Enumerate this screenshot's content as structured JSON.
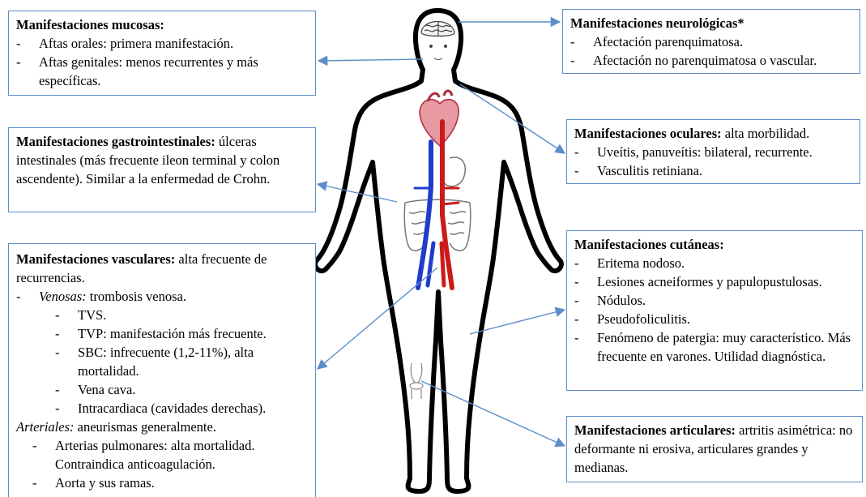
{
  "mucosas": {
    "title": "Manifestaciones mucosas:",
    "items": [
      "Aftas orales: primera manifestación.",
      "Aftas genitales: menos recurrentes y más específicas."
    ]
  },
  "gastro": {
    "title": "Manifestaciones gastrointestinales:",
    "text": " úlceras intestinales (más frecuente ileon terminal y colon ascendente). Similar a la enfermedad de Crohn."
  },
  "vasculares": {
    "title": "Manifestaciones vasculares:",
    "text": " alta frecuente de recurrencias.",
    "venosas_label": "Venosas:",
    "venosas_text": " trombosis venosa.",
    "venosas_items": [
      "TVS.",
      "TVP: manifestación más frecuente.",
      "SBC: infrecuente (1,2-11%), alta mortalidad.",
      "Vena cava.",
      "Intracardiaca (cavidades derechas)."
    ],
    "arteriales_label": "Arteriales:",
    "arteriales_text": " aneurismas generalmente.",
    "arteriales_items": [
      "Arterias pulmonares: alta mortalidad. Contraindica anticoagulación.",
      "Aorta y sus ramas."
    ]
  },
  "neurologicas": {
    "title": "Manifestaciones neurológicas*",
    "items": [
      "Afectación parenquimatosa.",
      "Afectación no parenquimatosa o vascular."
    ]
  },
  "oculares": {
    "title": "Manifestaciones oculares:",
    "text": " alta morbilidad.",
    "items": [
      "Uveítis, panuveítis: bilateral, recurrente.",
      "Vasculitis retiniana."
    ]
  },
  "cutaneas": {
    "title": "Manifestaciones cutáneas:",
    "items": [
      "Eritema nodoso.",
      "Lesiones acneiformes y papulopustulosas.",
      "Nódulos.",
      "Pseudofoliculitis.",
      "Fenómeno de patergia: muy característico. Más frecuente en varones. Utilidad diagnóstica."
    ]
  },
  "articulares": {
    "title": "Manifestaciones articulares:",
    "text": " artritis asimétrica: no deformante ni erosiva, articulares grandes y medianas."
  },
  "colors": {
    "box_border": "#5b8dc9",
    "arrow": "#5b8dc9",
    "body_outline": "#000000",
    "heart": "#e0707a",
    "artery": "#cc1a1a",
    "vein": "#1f3ccc"
  }
}
